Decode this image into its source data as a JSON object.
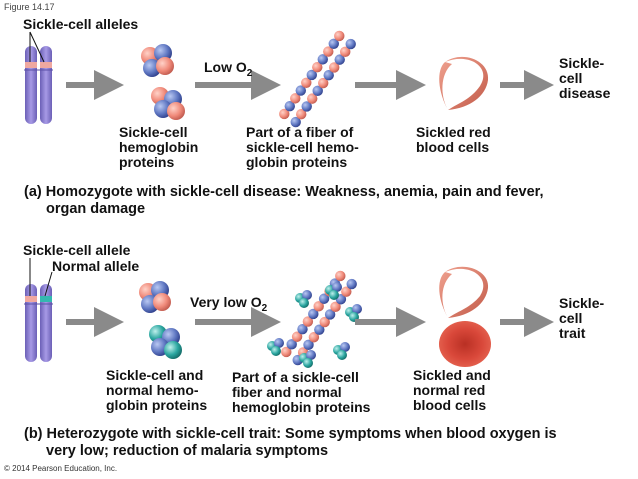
{
  "figure_label": "Figure 14.17",
  "copyright": "© 2014 Pearson Education, Inc.",
  "panel_a": {
    "allele_label": "Sickle-cell alleles",
    "condition_prefix": "Low O",
    "condition_sub": "2",
    "label_proteins": [
      "Sickle-cell",
      "hemoglobin",
      "proteins"
    ],
    "label_fiber": [
      "Part of a fiber of",
      "sickle-cell hemo-",
      "globin proteins"
    ],
    "label_cells": [
      "Sickled red",
      "blood cells"
    ],
    "outcome": [
      "Sickle-",
      "cell",
      "disease"
    ],
    "caption_letter": "(a)",
    "caption": [
      "Homozygote with sickle-cell disease: Weakness, anemia, pain and fever,",
      "organ damage"
    ]
  },
  "panel_b": {
    "allele_label_sickle": "Sickle-cell allele",
    "allele_label_normal": "Normal allele",
    "condition_prefix": "Very low O",
    "condition_sub": "2",
    "label_proteins": [
      "Sickle-cell and",
      "normal hemo-",
      "globin proteins"
    ],
    "label_fiber": [
      "Part of a sickle-cell",
      "fiber and normal",
      "hemoglobin proteins"
    ],
    "label_cells": [
      "Sickled and",
      "normal red",
      "blood cells"
    ],
    "outcome": [
      "Sickle-",
      "cell",
      "trait"
    ],
    "caption_letter": "(b)",
    "caption": [
      "Heterozygote with sickle-cell trait: Some symptoms when blood oxygen is",
      "very low; reduction of malaria symptoms"
    ]
  },
  "colors": {
    "chromosome": "#8b7fd0",
    "chromosome_dark": "#6b5fb6",
    "sickle_band": "#f0a8a0",
    "normal_band": "#34b8b0",
    "arrow": "#8a8a8a",
    "sickle_protein": "#6c86c8",
    "sickle_protein_pink": "#f08a7a",
    "normal_protein": "#2aa6a0",
    "red_cell": "#d9483a"
  }
}
